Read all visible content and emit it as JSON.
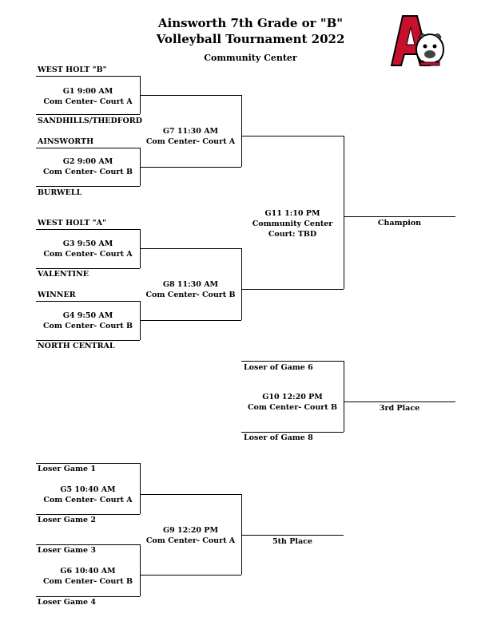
{
  "header": {
    "title_line1": "Ainsworth 7th Grade or \"B\"",
    "title_line2": "Volleyball Tournament 2022",
    "venue": "Community Center"
  },
  "logo": {
    "letter": "A",
    "colors": {
      "primary": "#c8102e",
      "outline": "#000000"
    }
  },
  "teams": {
    "t1": "WEST HOLT \"B\"",
    "t2": "SANDHILLS/THEDFORD",
    "t3": "AINSWORTH",
    "t4": "BURWELL",
    "t5": "WEST HOLT \"A\"",
    "t6": "VALENTINE",
    "t7": "WINNER",
    "t8": "NORTH CENTRAL",
    "l6": "Loser of Game 6",
    "l8": "Loser of Game 8",
    "lg1": "Loser Game 1",
    "lg2": "Loser Game 2",
    "lg3": "Loser Game 3",
    "lg4": "Loser Game 4"
  },
  "games": {
    "g1": {
      "line1": "G1     9:00 AM",
      "line2": "Com Center- Court A"
    },
    "g2": {
      "line1": "G2     9:00 AM",
      "line2": "Com Center- Court B"
    },
    "g3": {
      "line1": "G3     9:50 AM",
      "line2": "Com Center- Court A"
    },
    "g4": {
      "line1": "G4     9:50 AM",
      "line2": "Com Center- Court B"
    },
    "g7": {
      "line1": "G7   11:30 AM",
      "line2": "Com Center- Court A"
    },
    "g8": {
      "line1": "G8     11:30 AM",
      "line2": "Com Center- Court B"
    },
    "g11": {
      "line1": "G11     1:10 PM",
      "line2": "Community Center",
      "line3": "Court: TBD"
    },
    "g10": {
      "line1": "G10     12:20 PM",
      "line2": "Com Center- Court B"
    },
    "g5": {
      "line1": "G5      10:40 AM",
      "line2": "Com Center- Court A"
    },
    "g6": {
      "line1": "G6   10:40 AM",
      "line2": "Com Center- Court B"
    },
    "g9": {
      "line1": "G9     12:20 PM",
      "line2": "Com Center- Court A"
    }
  },
  "places": {
    "champion": "Champion",
    "third": "3rd Place",
    "fifth": "5th Place"
  }
}
